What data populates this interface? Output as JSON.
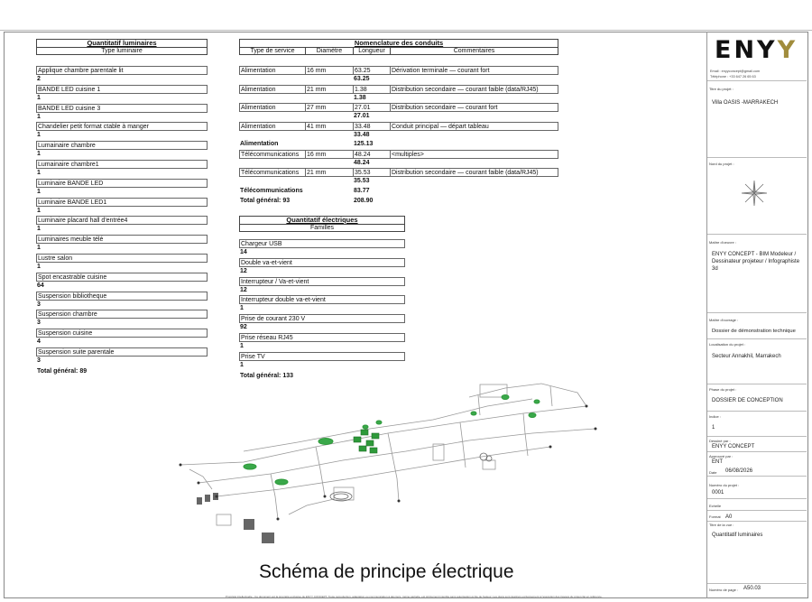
{
  "luminaires": {
    "title": "Quantitatif luminaires",
    "subheader": "Type luminaire",
    "items": [
      {
        "name": "Applique chambre parentale lit",
        "count": "2"
      },
      {
        "name": "BANDE LED cuisine 1",
        "count": "1"
      },
      {
        "name": "BANDE LED cuisine 3",
        "count": "1"
      },
      {
        "name": "Chandelier petit format ctable à manger",
        "count": "1"
      },
      {
        "name": "Lumainaire chambre",
        "count": "1"
      },
      {
        "name": "Lumainaire chambre1",
        "count": "1"
      },
      {
        "name": "Luminaire BANDE LED",
        "count": "1"
      },
      {
        "name": "Luminaire BANDE LED1",
        "count": "1"
      },
      {
        "name": "Luminaire placard hall d'entrée4",
        "count": "1"
      },
      {
        "name": "Luminaires meuble télé",
        "count": "1"
      },
      {
        "name": "Lustre salon",
        "count": "1"
      },
      {
        "name": "Spot encastrable cuisine",
        "count": "64"
      },
      {
        "name": "Suspension bibliotheque",
        "count": "3"
      },
      {
        "name": "Suspension chambre",
        "count": "3"
      },
      {
        "name": "Suspension cuisine",
        "count": "4"
      },
      {
        "name": "Suspension suite parentale",
        "count": "3"
      }
    ],
    "total": "Total général: 89"
  },
  "conduits": {
    "title": "Nomenclature des conduits",
    "headers": [
      "Type de service",
      "Diamètre",
      "Longueur",
      "Commentaires"
    ],
    "groups": [
      {
        "rows": [
          {
            "cells": [
              "Alimentation",
              "16 mm",
              "63.25",
              "Dérivation terminale — courant fort"
            ],
            "subtotal": "63.25"
          },
          {
            "cells": [
              "Alimentation",
              "21 mm",
              "1.38",
              "Distribution secondaire — courant faible (data/RJ45)"
            ],
            "subtotal": "1.38"
          },
          {
            "cells": [
              "Alimentation",
              "27 mm",
              "27.01",
              "Distribution secondaire — courant fort"
            ],
            "subtotal": "27.01"
          },
          {
            "cells": [
              "Alimentation",
              "41 mm",
              "33.48",
              "Conduit principal — départ tableau"
            ],
            "subtotal": "33.48"
          }
        ],
        "label": "Alimentation",
        "total": "125.13"
      },
      {
        "rows": [
          {
            "cells": [
              "Télécommunications",
              "16 mm",
              "48.24",
              "<multiples>"
            ],
            "subtotal": "48.24"
          },
          {
            "cells": [
              "Télécommunications",
              "21 mm",
              "35.53",
              "Distribution secondaire — courant faible (data/RJ45)"
            ],
            "subtotal": "35.53"
          }
        ],
        "label": "Télécommunications",
        "total": "83.77"
      }
    ],
    "grand_label": "Total général: 93",
    "grand_total": "208.90"
  },
  "electric": {
    "title": "Quantitatif électriques",
    "subheader": "Familles",
    "items": [
      {
        "name": "Chargeur USB",
        "count": "14"
      },
      {
        "name": "Double va-et-vient",
        "count": "12"
      },
      {
        "name": "Interrupteur / Va-et-vient",
        "count": "12"
      },
      {
        "name": "Interrupteur double va-et-vient",
        "count": "1"
      },
      {
        "name": "Prise de courant 230 V",
        "count": "92"
      },
      {
        "name": "Prise réseau RJ45",
        "count": "1"
      },
      {
        "name": "Prise TV",
        "count": "1"
      }
    ],
    "total": "Total général: 133"
  },
  "title_block": {
    "logo_main": "ENY",
    "logo_accent": "Y",
    "email": "Email : enyyconcept@gmail.com",
    "phone": "Téléphone : +33 647 26 65 63",
    "project_label": "Titre du projet :",
    "project_value": "Villa OASIS -MARRAKECH",
    "north_label": "Nord du projet :",
    "owner_label": "Maître d'oeuvre :",
    "owner_value": "ENYY CONCEPT - BIM Modeleur / Dessinateur projeteur / Infographiste 3d",
    "client_label": "Maître d'ouvrage :",
    "client_value": "Dossier de démonstration technique",
    "location_label": "Localisation du projet :",
    "location_value": "Secteur Annakhil, Marrakech",
    "phase_label": "Phase du projet :",
    "phase_value": "DOSSIER DE CONCEPTION",
    "index_label": "Indice :",
    "index_value": "1",
    "drawn_label": "Dessiné par :",
    "drawn_value": "ENYY CONCEPT",
    "approved_label": "Approuvé par :",
    "approved_value": "ENT",
    "date_label": "Date",
    "date_value": "06/08/2026",
    "number_label": "Numéro du projet :",
    "number_value": "0001",
    "scale_label": "Echelle",
    "format_label": "Format",
    "format_value": "A0",
    "view_label": "Titre de la vue :",
    "view_value": "Quantitatif luminaires",
    "page_label": "Numéro de page :",
    "page_value": "A50.03"
  },
  "drawing_title": "Schéma de principe électrique",
  "footer": "Propriété intellectuelle - Ce document est la propriété exclusive de ENYY CONCEPT. Toute reproduction, adaptation ou communication à des tiers, même partielle, est strictement interdite sans autorisation écrite de l'auteur. Les plans sont destinés exclusivement à l'exécution des travaux du projet cité en référence.",
  "colors": {
    "accent": "#a08c3c",
    "fixture_green": "#2e9a3a"
  }
}
